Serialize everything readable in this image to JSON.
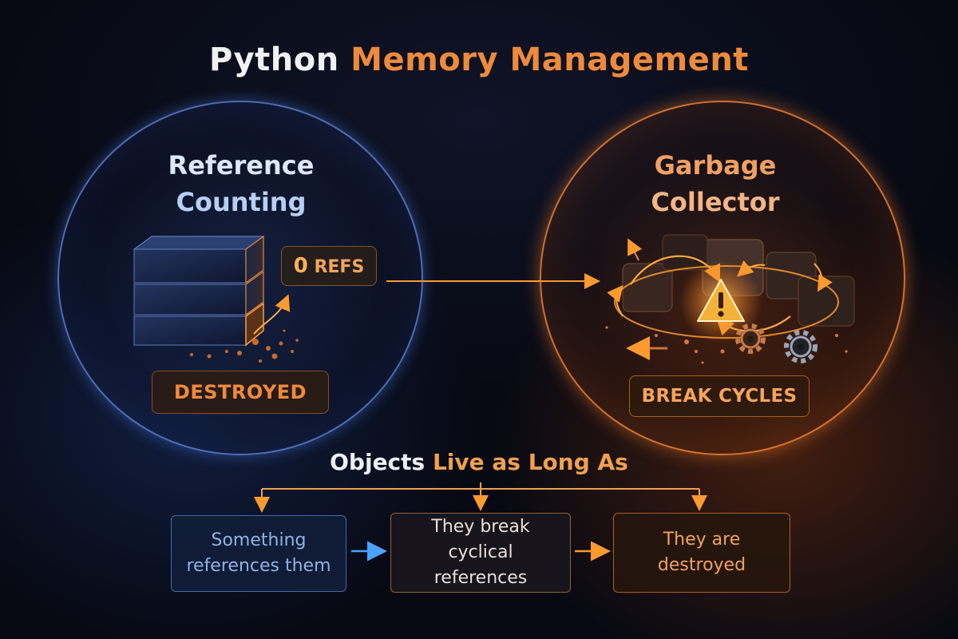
{
  "title": {
    "part1": "Python",
    "part2": "Memory Management"
  },
  "left_panel": {
    "title_line1": "Reference",
    "title_line2": "Counting",
    "refs_count": "0",
    "refs_label": "REFS",
    "status": "DESTROYED"
  },
  "right_panel": {
    "title_line1": "Garbage",
    "title_line2": "Collector",
    "status": "BREAK CYCLES"
  },
  "subtitle": {
    "part1": "Objects",
    "part2": "Live as Long As"
  },
  "flow": [
    {
      "text": "Something references them"
    },
    {
      "text": "They break cyclical references"
    },
    {
      "text": "They are destroyed"
    }
  ],
  "colors": {
    "blue_accent": "#5a8ae6",
    "orange_accent": "#f08a3a",
    "background": "#070912"
  }
}
